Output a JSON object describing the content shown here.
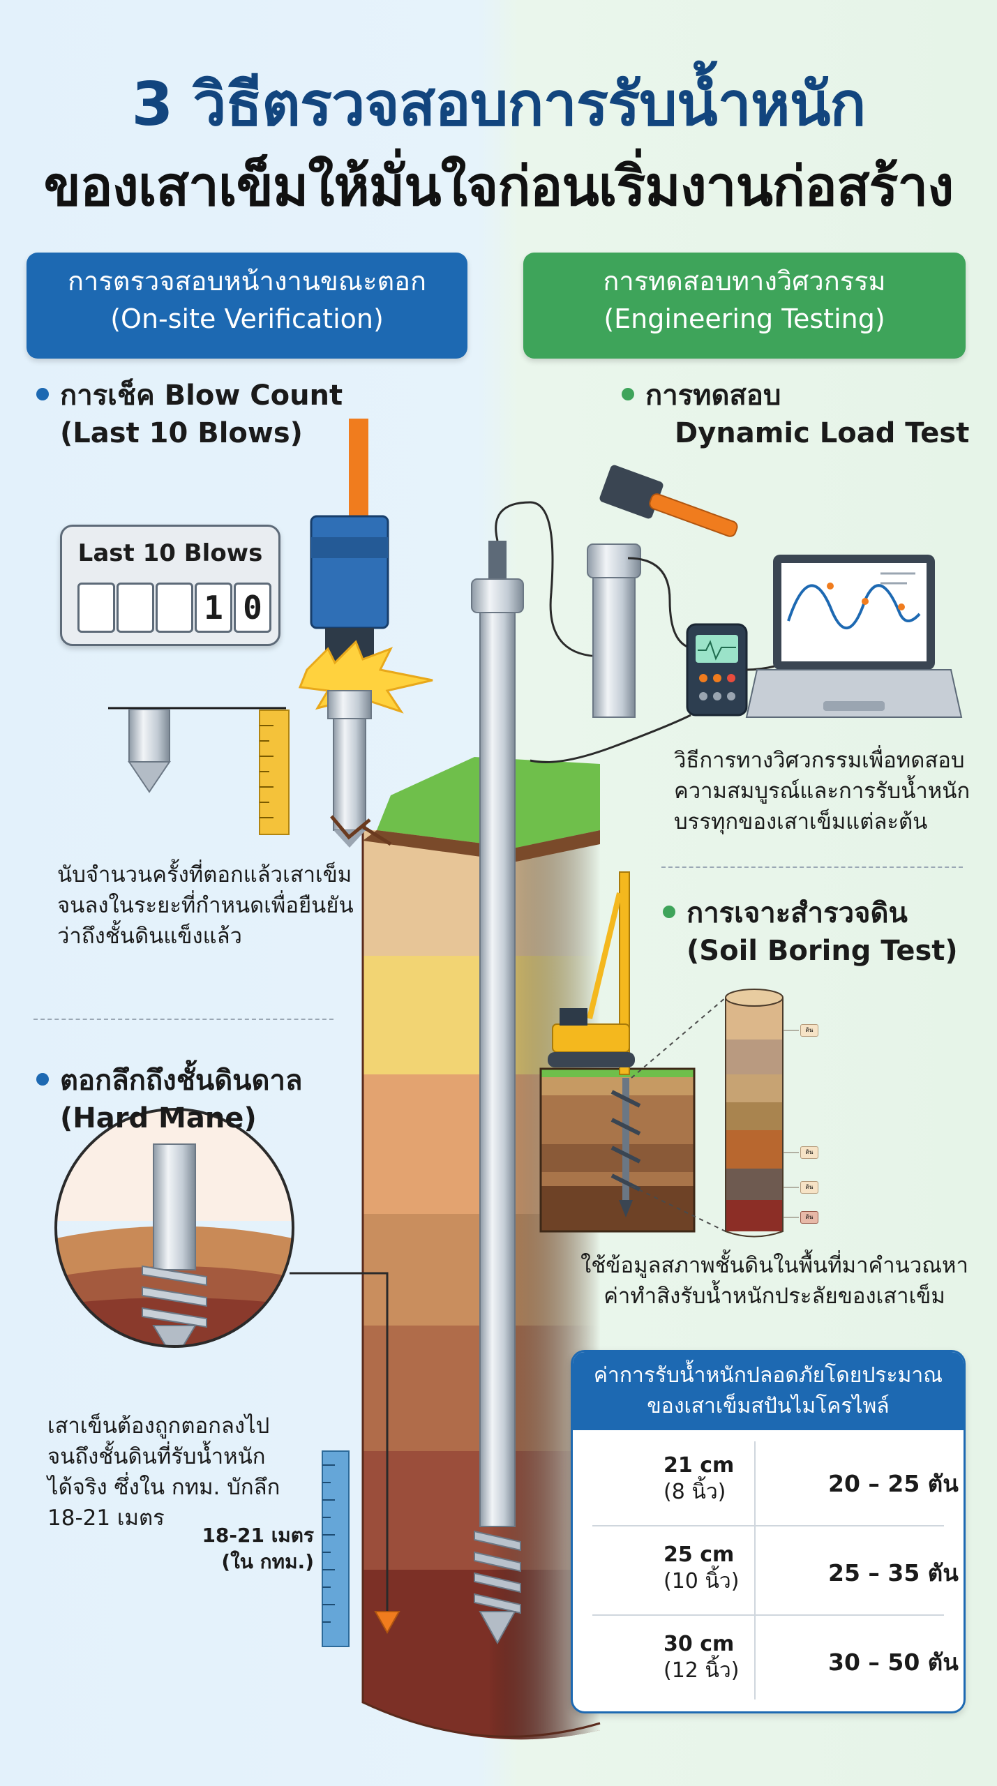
{
  "title": {
    "line1": "3 วิธีตรวจสอบการรับน้ำหนัก",
    "line2": "ของเสาเข็มให้มั่นใจก่อนเริ่มงานก่อสร้าง"
  },
  "left_banner": {
    "line1": "การตรวจสอบหน้างานขณะตอก",
    "line2": "(On-site Verification)"
  },
  "right_banner": {
    "line1": "การทดสอบทางวิศวกรรม",
    "line2": "(Engineering Testing)"
  },
  "blow_count": {
    "heading1": "การเช็ค Blow Count",
    "heading2": "(Last 10 Blows)",
    "counter_label": "Last 10 Blows",
    "digits": [
      "",
      "",
      "",
      "1",
      "0"
    ],
    "desc": [
      "นับจำนวนครั้งที่ตอกแล้วเสาเข็ม",
      "จนลงในระยะที่กำหนดเพื่อยืนยัน",
      "ว่าถึงชั้นดินแข็งแล้ว"
    ]
  },
  "hard_layer": {
    "heading1": "ตอกลึกถึงชั้นดินดาล",
    "heading2": "(Hard Mane)",
    "desc": [
      "เสาเข็นต้องถูกตอกลงไป",
      "จนถึงชั้นดินที่รับน้ำหนัก",
      "ได้จริง ซึ่งใน กทม. บักลึก",
      "18-21 เมตร"
    ],
    "depth_label1": "18-21 เมตร",
    "depth_label2": "(ใน กทม.)"
  },
  "dynamic_test": {
    "heading1": "การทดสอบ",
    "heading2": "Dynamic Load Test",
    "desc": [
      "วิธีการทางวิศวกรรมเพื่อทดสอบ",
      "ความสมบูรณ์และการรับน้ำหนัก",
      "บรรทุกของเสาเข็มแต่ละต้น"
    ]
  },
  "soil_boring": {
    "heading1": "การเจาะสำรวจดิน",
    "heading2": "(Soil Boring Test)",
    "desc": [
      "ใช้ข้อมูลสภาพชั้นดินในพื้นที่มาคำนวณหา",
      "ค่าทำสิงรับน้ำหนักประลัยของเสาเข็ม"
    ],
    "core_tags": [
      "ดิน",
      "ดิน",
      "ดิน",
      "ดิน"
    ]
  },
  "load_table": {
    "header1": "ค่าการรับน้ำหนักปลอดภัยโดยประมาณ",
    "header2": "ของเสาเข็มสปันไมโครไพล์",
    "rows": [
      {
        "size": "21 cm",
        "inch": "(8 นิ้ว)",
        "load": "20 – 25 ตัน"
      },
      {
        "size": "25 cm",
        "inch": "(10 นิ้ว)",
        "load": "25 – 35 ตัน"
      },
      {
        "size": "30 cm",
        "inch": "(12 นิ้ว)",
        "load": "30 – 50 ตัน"
      }
    ]
  },
  "colors": {
    "blue": "#1d69b2",
    "green": "#3ea45a",
    "title_blue": "#12457e"
  }
}
